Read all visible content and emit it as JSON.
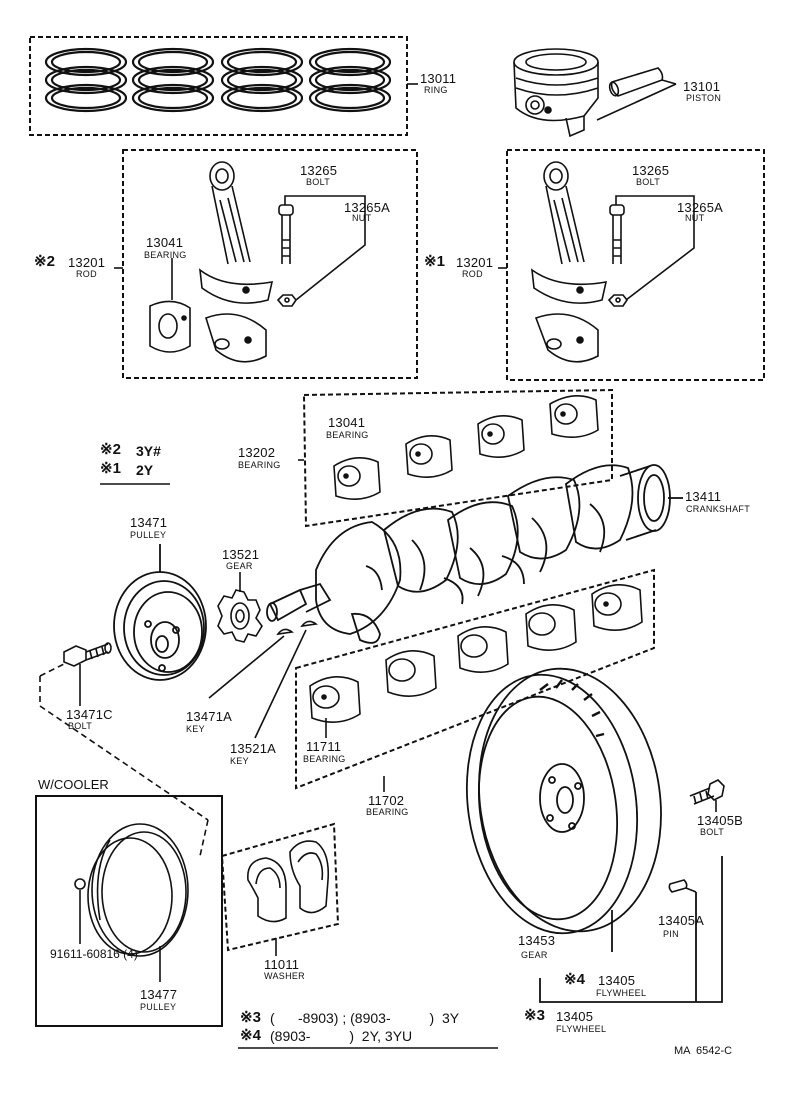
{
  "parts": {
    "ring": {
      "number": "13011",
      "name": "RING"
    },
    "piston": {
      "number": "13101",
      "name": "PISTON"
    },
    "rod_left": {
      "mark": "※2",
      "number": "13201",
      "name": "ROD"
    },
    "rod_right": {
      "mark": "※1",
      "number": "13201",
      "name": "ROD"
    },
    "bolt_left": {
      "number": "13265",
      "name": "BOLT"
    },
    "nut_left": {
      "number": "13265A",
      "name": "NUT"
    },
    "bearing_left": {
      "number": "13041",
      "name": "BEARING"
    },
    "bolt_right": {
      "number": "13265",
      "name": "BOLT"
    },
    "nut_right": {
      "number": "13265A",
      "name": "NUT"
    },
    "bearing_upper": {
      "number": "13041",
      "name": "BEARING"
    },
    "bearing_set": {
      "number": "13202",
      "name": "BEARING"
    },
    "crankshaft": {
      "number": "13411",
      "name": "CRANKSHAFT"
    },
    "pulley": {
      "number": "13471",
      "name": "PULLEY"
    },
    "gear": {
      "number": "13521",
      "name": "GEAR"
    },
    "pulley_bolt": {
      "number": "13471C",
      "name": "BOLT"
    },
    "key_pulley": {
      "number": "13471A",
      "name": "KEY"
    },
    "key_gear": {
      "number": "13521A",
      "name": "KEY"
    },
    "main_bearing": {
      "number": "11711",
      "name": "BEARING"
    },
    "main_bearing_set": {
      "number": "11702",
      "name": "BEARING"
    },
    "flywheel_bolt": {
      "number": "13405B",
      "name": "BOLT"
    },
    "flywheel_pin": {
      "number": "13405A",
      "name": "PIN"
    },
    "ring_gear": {
      "number": "13453",
      "name": "GEAR"
    },
    "flywheel_4": {
      "mark": "※4",
      "number": "13405",
      "name": "FLYWHEEL"
    },
    "flywheel_3": {
      "mark": "※3",
      "number": "13405",
      "name": "FLYWHEEL"
    },
    "washer": {
      "number": "11011",
      "name": "WASHER"
    },
    "cooler_bolt": {
      "number": "91611-60816 (4)"
    },
    "cooler_pulley": {
      "number": "13477",
      "name": "PULLEY"
    }
  },
  "engine_notes": [
    {
      "mark": "※2",
      "text": "3Y#"
    },
    {
      "mark": "※1",
      "text": "2Y"
    }
  ],
  "cooler_box_title": "W/COOLER",
  "footnotes": [
    {
      "mark": "※3",
      "text": "(      -8903) ; (8903-          )  3Y"
    },
    {
      "mark": "※4",
      "text": "(8903-          )  2Y, 3YU"
    }
  ],
  "figure_ref": "MA  6542-C"
}
